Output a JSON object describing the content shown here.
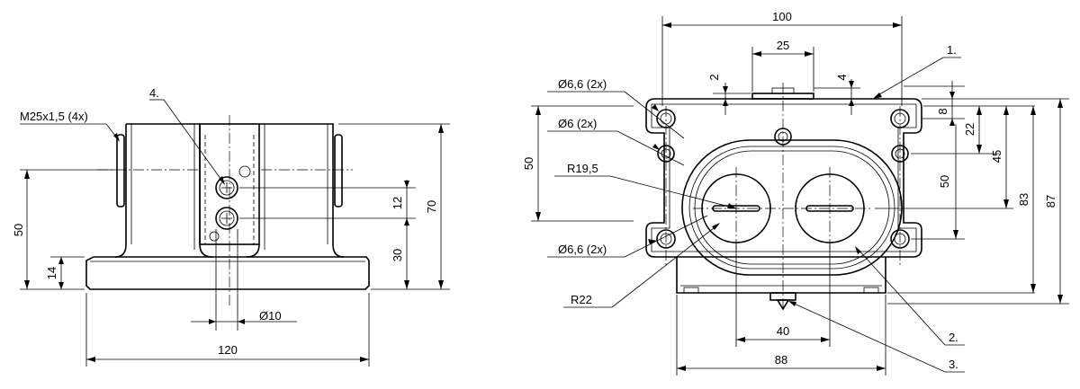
{
  "front_view": {
    "thread_label": "M25x1,5 (4x)",
    "callout_4": "4.",
    "dim_50": "50",
    "dim_14": "14",
    "dim_12": "12",
    "dim_30": "30",
    "dim_70": "70",
    "dim_dia10": "Ø10",
    "dim_120": "120"
  },
  "top_view": {
    "dim_100": "100",
    "dim_25": "25",
    "dim_2": "2",
    "dim_4": "4",
    "callout_1": "1.",
    "hole_66_top": "Ø6,6 (2x)",
    "hole_6": "Ø6 (2x)",
    "radius_195": "R19,5",
    "hole_66_bottom": "Ø6,6 (2x)",
    "radius_22": "R22",
    "dim_50_left": "50",
    "dim_8": "8",
    "dim_22": "22",
    "dim_50_right": "50",
    "dim_45": "45",
    "dim_83": "83",
    "dim_87": "87",
    "dim_40": "40",
    "dim_88": "88",
    "callout_2": "2.",
    "callout_3": "3."
  }
}
